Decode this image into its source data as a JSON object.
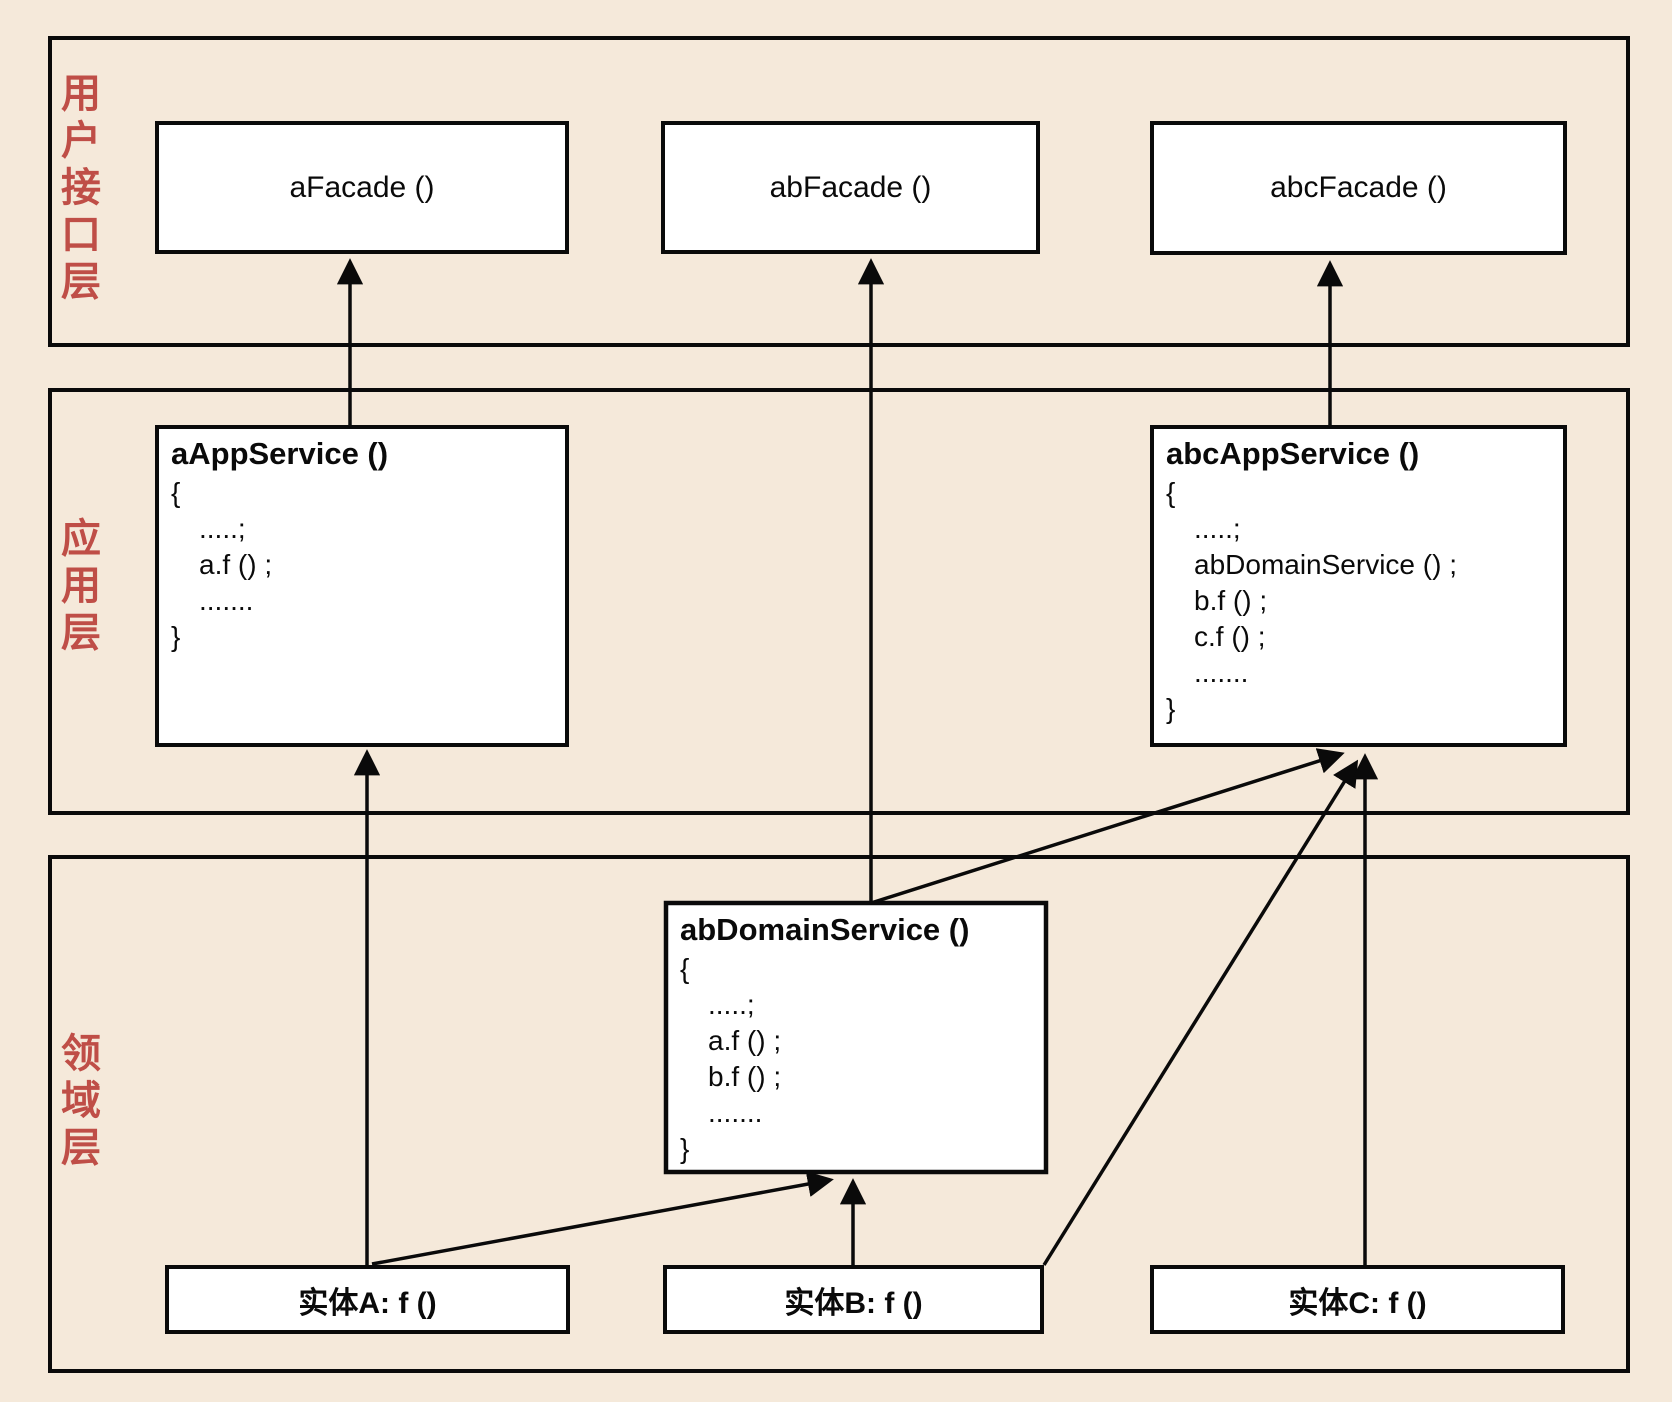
{
  "diagram": {
    "background_color": "#f5e9da",
    "line_color": "#0a0a0a",
    "layer_label_color": "#bf4e47",
    "box_fill": "#ffffff"
  },
  "layers": [
    {
      "label": "用户接口层"
    },
    {
      "label": "应用层"
    },
    {
      "label": "领域层"
    }
  ],
  "facades": [
    {
      "label": "aFacade ()"
    },
    {
      "label": "abFacade ()"
    },
    {
      "label": "abcFacade ()"
    }
  ],
  "services": [
    {
      "title": "aAppService ()",
      "lines": [
        "{",
        ".....;",
        "a.f () ;",
        ".......",
        "}"
      ]
    },
    {
      "title": "abcAppService ()",
      "lines": [
        "{",
        ".....;",
        "abDomainService () ;",
        "b.f () ;",
        "c.f () ;",
        ".......",
        "}"
      ]
    },
    {
      "title": "abDomainService ()",
      "lines": [
        "{",
        ".....;",
        "a.f () ;",
        "b.f () ;",
        ".......",
        "}"
      ]
    }
  ],
  "entities": [
    {
      "label": "实体A: f ()"
    },
    {
      "label": "实体B: f ()"
    },
    {
      "label": "实体C: f ()"
    }
  ]
}
